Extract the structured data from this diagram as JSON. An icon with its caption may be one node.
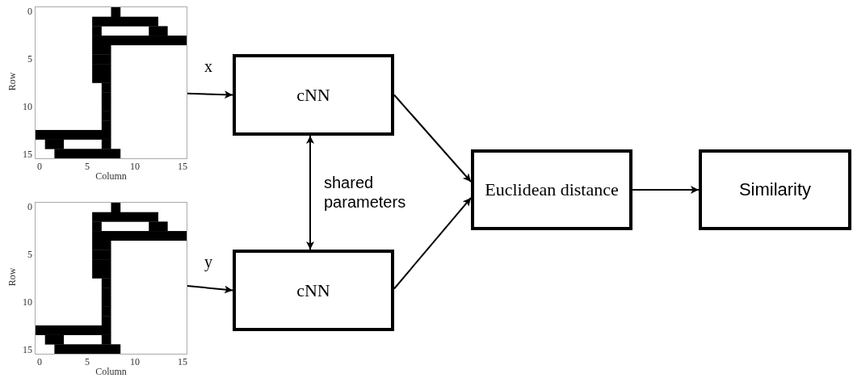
{
  "diagram": {
    "nodes": [
      {
        "text": [],
        "shape": "picture"
      },
      {
        "text": [],
        "shape": "picture"
      },
      {
        "text": [
          "cNN"
        ]
      },
      {
        "text": [
          "cNN"
        ]
      },
      {
        "text": [
          "Euclidean distance"
        ]
      },
      {
        "text": [
          "Similarity"
        ]
      }
    ],
    "edges": [
      {
        "from": 0,
        "to": 2,
        "arrow": "to",
        "label": "x"
      },
      {
        "from": 1,
        "to": 3,
        "arrow": "to",
        "label": "y"
      },
      {
        "from": 2,
        "to": 3,
        "arrow": "both",
        "label": "shared parameters"
      },
      {
        "from": 2,
        "to": 4,
        "arrow": "to"
      },
      {
        "from": 3,
        "to": 4,
        "arrow": "to"
      },
      {
        "from": 4,
        "to": 5,
        "arrow": "to"
      }
    ],
    "labels": [
      "0",
      "5",
      "10",
      "15",
      "Row",
      "0",
      "5",
      "10",
      "15",
      "Column",
      "0",
      "5",
      "10",
      "15",
      "Row",
      "0",
      "5",
      "10",
      "15",
      "Column"
    ]
  }
}
